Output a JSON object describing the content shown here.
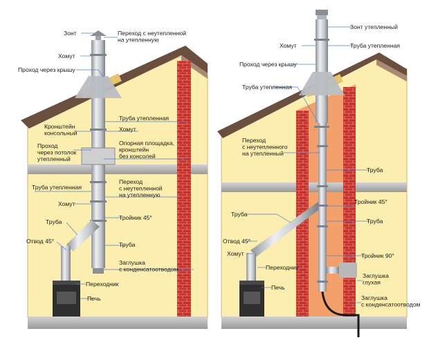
{
  "colors": {
    "wall_fill": "#fbeeaf",
    "wall_stroke": "#c9b56a",
    "roof_dark": "#6b4f3e",
    "roof_light": "#a98a76",
    "brick": "#c8312a",
    "brick_joint": "#e7897f",
    "orange_fill": "#f4a06a",
    "slab": "#b9b9b9",
    "pipe": "#c9ccd0",
    "stove": "#2e2e2e",
    "leader": "#4a7fd0"
  },
  "left_labels": {
    "zont": "Зонт",
    "perehod_top": "Переход с неутепленной\nна утепленную",
    "homut_top": "Хомут",
    "prohod_krysha": "Проход через крышу",
    "truba_uteplennaya": "Труба утепленная",
    "kronshtein": "Кронштейн\nконсольный",
    "homut_mid": "Хомут",
    "prohod_potolok": "Проход\nчерез потолок\nутепленный",
    "opornaya": "Опорная площадка,\nкронштейн\nбез консолей",
    "truba_uteplennaya_2": "Труба утепленная",
    "perehod_mid": "Переход\nс неутепленной\nна утепленную",
    "homut_low": "Хомут",
    "troinik_45": "Тройник 45°",
    "truba": "Труба",
    "otvod_45": "Отвод 45°",
    "truba_right": "Труба",
    "zaglushka": "Заглушка\nс конденсатоотводом",
    "perehodnik": "Переходник",
    "pech": "Печь"
  },
  "right_labels": {
    "zont_uteplennyi": "Зонт утепленный",
    "homut_top": "Хомут",
    "truba_uteplennaya_top": "Труба утепленная",
    "prohod_krysha": "Проход через крышу",
    "truba_uteplennaya": "Труба утепленная",
    "perehod": "Переход\nс неутепленного\nна утепленный",
    "truba_1": "Труба",
    "troinik_45": "Тройник 45°",
    "truba_left": "Труба",
    "truba_2": "Труба",
    "otvod_45": "Отвод 45°",
    "troinik_90": "Тройник 90°",
    "homut": "Хомут",
    "perehodnik": "Переходник",
    "zaglushka_gluhaya": "Заглушка\nглухая",
    "pech": "Печь",
    "zaglushka_kond": "Заглушка\nс конденсатоотводом"
  }
}
